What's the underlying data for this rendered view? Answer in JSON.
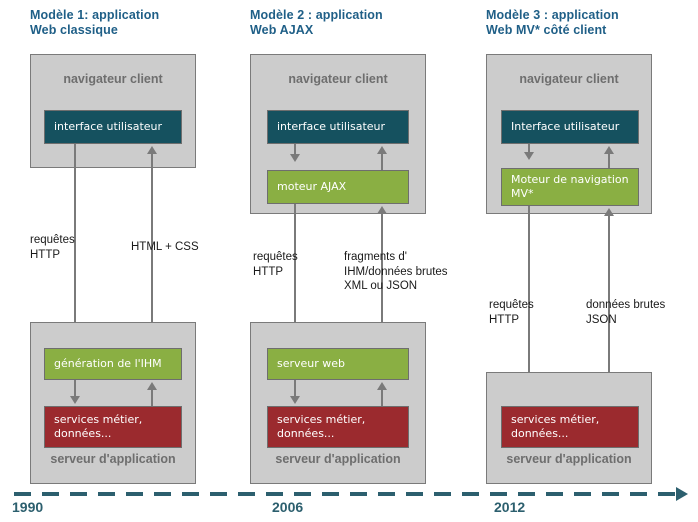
{
  "diagram": {
    "title_color": "#1F5F87",
    "palette": {
      "teal": "#15515F",
      "green": "#8AAF43",
      "red": "#9B2A2E",
      "panel_grey": "#CCCCCC",
      "panel_border": "#7A7A7A",
      "panel_label_grey": "#6E6E6E",
      "timeline": "#2C5F6E"
    },
    "columns": [
      {
        "title": "Modèle 1: application\nWeb classique",
        "client_panel_label": "navigateur client",
        "server_panel_label": "serveur d'application",
        "client_boxes": [
          {
            "label": "interface utilisateur",
            "color": "teal"
          }
        ],
        "server_boxes": [
          {
            "label": "génération de l'IHM",
            "color": "green"
          },
          {
            "label": "services métier,\ndonnées...",
            "color": "red"
          }
        ],
        "flow_labels": [
          {
            "text": "requêtes\nHTTP"
          },
          {
            "text": "HTML + CSS"
          }
        ],
        "year": "1990"
      },
      {
        "title": "Modèle 2 : application\nWeb AJAX",
        "client_panel_label": "navigateur client",
        "server_panel_label": "serveur d'application",
        "client_boxes": [
          {
            "label": "interface utilisateur",
            "color": "teal"
          },
          {
            "label": "moteur AJAX",
            "color": "green"
          }
        ],
        "server_boxes": [
          {
            "label": "serveur web",
            "color": "green"
          },
          {
            "label": "services métier,\ndonnées...",
            "color": "red"
          }
        ],
        "flow_labels": [
          {
            "text": "requêtes\nHTTP"
          },
          {
            "text": "fragments d'\nIHM/données brutes\nXML ou JSON"
          }
        ],
        "year": "2006"
      },
      {
        "title": "Modèle 3 : application\nWeb MV* côté client",
        "client_panel_label": "navigateur client",
        "server_panel_label": "serveur d'application",
        "client_boxes": [
          {
            "label": "Interface utilisateur",
            "color": "teal"
          },
          {
            "label": "Moteur de navigation\nMV*",
            "color": "green"
          }
        ],
        "server_boxes": [
          {
            "label": "services métier,\ndonnées...",
            "color": "red"
          }
        ],
        "flow_labels": [
          {
            "text": "requêtes\nHTTP"
          },
          {
            "text": "données brutes\nJSON"
          }
        ],
        "year": "2012"
      }
    ]
  }
}
